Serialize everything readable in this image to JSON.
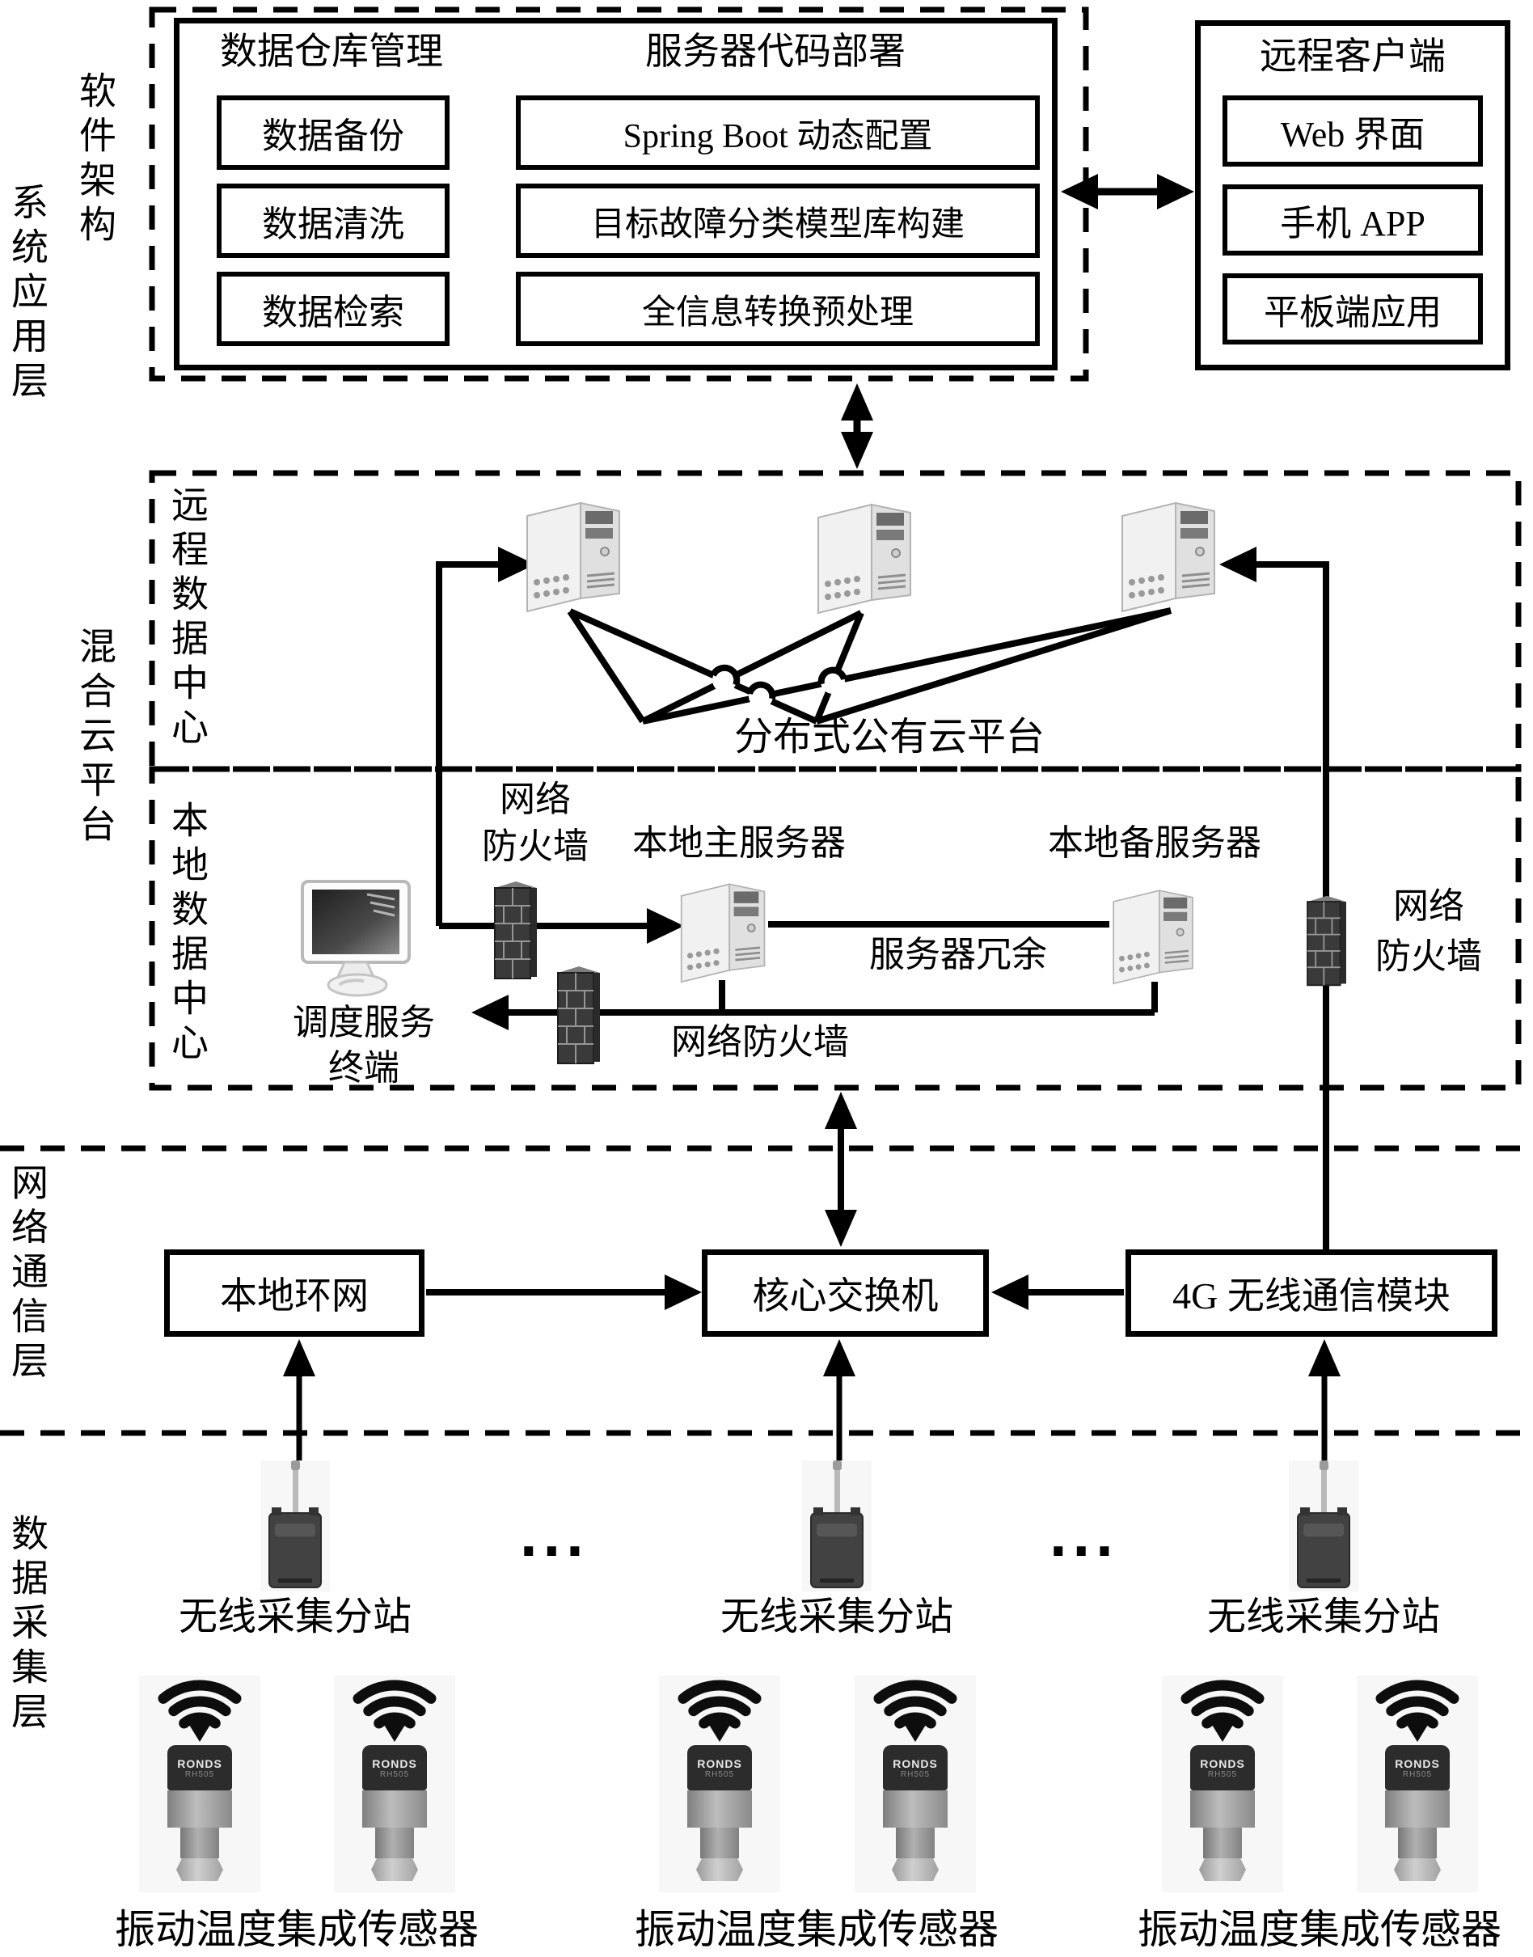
{
  "side_labels": {
    "system_app": "系统应用层",
    "software_arch": "软件架构",
    "hybrid_cloud": "混合云平台",
    "network_comm": "网络通信层",
    "data_acq": "数据采集层"
  },
  "software_arch": {
    "warehouse": {
      "title": "数据仓库管理",
      "items": [
        "数据备份",
        "数据清洗",
        "数据检索"
      ]
    },
    "deploy": {
      "title": "服务器代码部署",
      "items": [
        "Spring Boot 动态配置",
        "目标故障分类模型库构建",
        "全信息转换预处理"
      ]
    }
  },
  "remote_client": {
    "title": "远程客户端",
    "items": [
      "Web 界面",
      "手机 APP",
      "平板端应用"
    ]
  },
  "remote_dc": {
    "label": "远程数据中心",
    "cloud_caption": "分布式公有云平台"
  },
  "local_dc": {
    "label": "本地数据中心",
    "firewall_left_line1": "网络",
    "firewall_left_line2": "防火墙",
    "main_server": "本地主服务器",
    "backup_server": "本地备服务器",
    "redundancy": "服务器冗余",
    "firewall_bottom": "网络防火墙",
    "terminal_line1": "调度服务",
    "terminal_line2": "终端",
    "firewall_right_line1": "网络",
    "firewall_right_line2": "防火墙"
  },
  "network_layer": {
    "ring": "本地环网",
    "switch": "核心交换机",
    "g4": "4G 无线通信模块"
  },
  "acq": {
    "station_label": "无线采集分站",
    "ellipsis": "...",
    "sensor_brand": "RONDS",
    "sensor_model": "RH505",
    "sensor_label": "振动温度集成传感器"
  }
}
